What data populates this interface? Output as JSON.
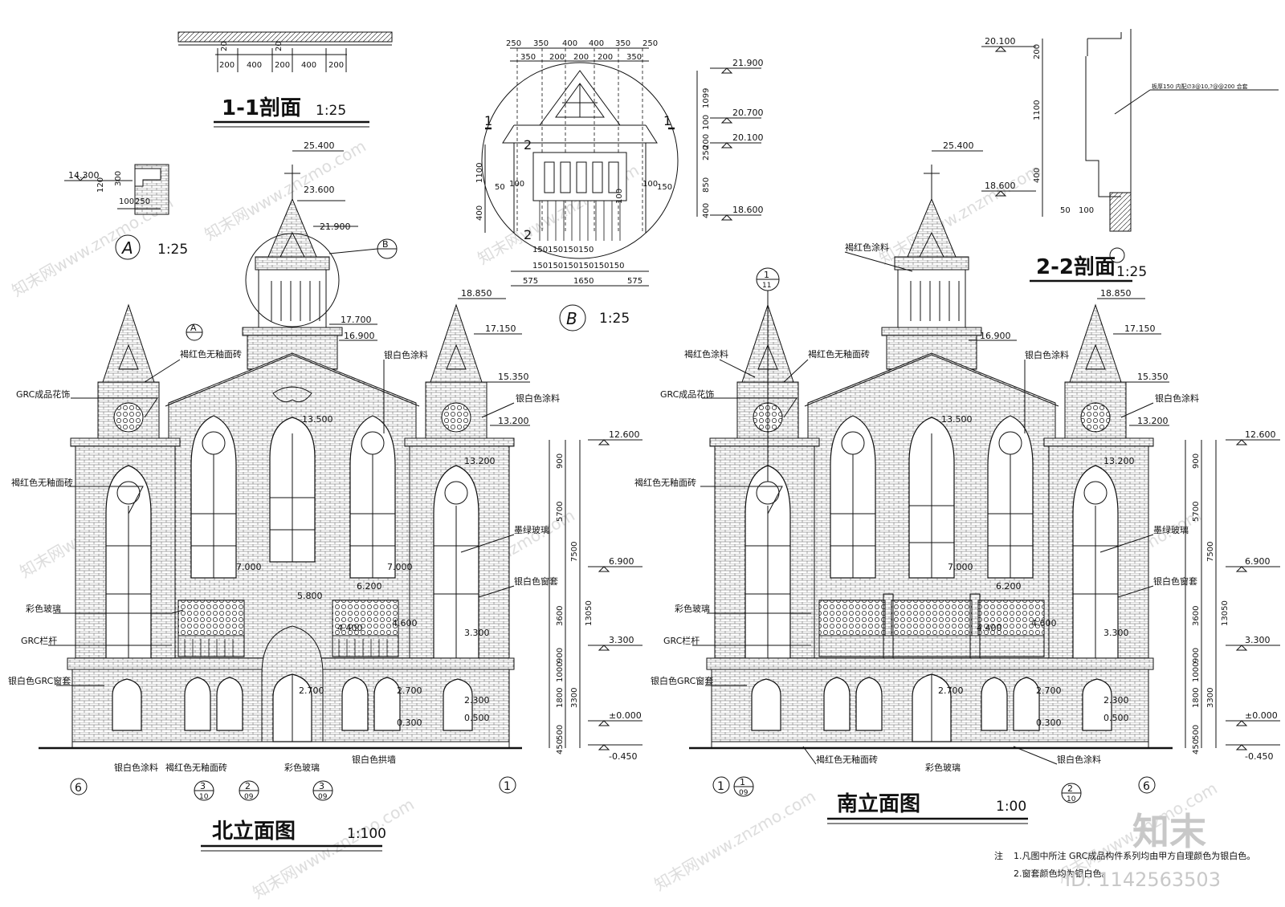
{
  "sheet": {
    "section_1_1": {
      "title": "1-1剖面",
      "scale": "1:25",
      "dims": [
        "200",
        "400",
        "200",
        "400",
        "200"
      ],
      "tiny": [
        "20",
        "20"
      ]
    },
    "detail_a": {
      "symbol": "A",
      "scale": "1:25",
      "elev": "14.300",
      "dims": [
        "300",
        "120",
        "100",
        "250"
      ]
    },
    "detail_b": {
      "symbol": "B",
      "scale": "1:25",
      "top_dims_1": [
        "250",
        "350",
        "400",
        "400",
        "350",
        "250"
      ],
      "top_dims_2": [
        "350",
        "200",
        "200",
        "200",
        "350"
      ],
      "right_dims": [
        "1099",
        "100",
        "200",
        "250",
        "850",
        "400"
      ],
      "left_dims": [
        "1100",
        "400",
        "50",
        "100"
      ],
      "right_small": [
        "100",
        "150",
        "100"
      ],
      "bottom_dims_1": "150150150150",
      "bottom_dims_2": "150150150150150150",
      "bottom_dims_3": [
        "575",
        "1650",
        "575"
      ],
      "elevs": [
        "21.900",
        "20.700",
        "20.100",
        "18.600"
      ],
      "cut_marks": [
        "1",
        "1",
        "2",
        "2"
      ]
    },
    "section_2_2": {
      "title": "2-2剖面",
      "scale": "1:25",
      "elevs": [
        "20.100",
        "18.600"
      ],
      "dims": [
        "200",
        "1100",
        "400",
        "50",
        "100"
      ],
      "callout": "板厚150 内配∅3@10,?@@200 合套"
    },
    "north": {
      "title": "北立面图",
      "scale": "1:100",
      "elevs": [
        "25.400",
        "23.600",
        "21.900",
        "17.700",
        "16.900",
        "18.850",
        "17.150",
        "15.350",
        "13.200",
        "12.600",
        "6.900",
        "3.300",
        "±0.000",
        "-0.450",
        "13.500",
        "13.200",
        "7.000",
        "7.000",
        "6.200",
        "5.800",
        "4.400",
        "4.600",
        "3.300",
        "2.700",
        "2.700",
        "2.300",
        "0.500",
        "0.300"
      ],
      "dims": [
        "900",
        "5700",
        "7500",
        "3600",
        "900",
        "1000",
        "1800",
        "3300",
        "500",
        "450",
        "13050"
      ],
      "labels_left": [
        "褐红色无釉面砖",
        "GRC成品花饰",
        "褐红色无釉面砖",
        "彩色玻璃",
        "GRC栏杆",
        "银白色GRC窗套"
      ],
      "labels_right": [
        "银白色涂料",
        "银白色涂料",
        "墨绿玻璃",
        "银白色窗套"
      ],
      "labels_bottom": [
        "银白色涂料",
        "褐红色无釉面砖",
        "彩色玻璃",
        "银白色拱墙"
      ],
      "axis_left": "6",
      "axis_right": "1",
      "callouts": [
        {
          "top": "A",
          "bottom": ""
        },
        {
          "top": "B",
          "bottom": ""
        },
        {
          "top": "3",
          "bottom": "10"
        },
        {
          "top": "2",
          "bottom": "09"
        },
        {
          "top": "3",
          "bottom": "09"
        }
      ]
    },
    "south": {
      "title": "南立面图",
      "scale": "1:00",
      "elevs": [
        "25.400",
        "18.850",
        "17.150",
        "16.900",
        "15.350",
        "13.200",
        "12.600",
        "6.900",
        "3.300",
        "±0.000",
        "-0.450",
        "13.500",
        "13.200",
        "7.000",
        "6.200",
        "4.400",
        "4.600",
        "3.300",
        "2.700",
        "2.700",
        "2.300",
        "0.500",
        "0.300"
      ],
      "dims": [
        "900",
        "5700",
        "7500",
        "3600",
        "900",
        "1000",
        "1800",
        "3300",
        "500",
        "450",
        "13050"
      ],
      "labels_left": [
        "褐红色涂料",
        "褐红色涂料",
        "褐红色无釉面砖",
        "GRC成品花饰",
        "褐红色无釉面砖",
        "彩色玻璃",
        "GRC栏杆",
        "银白色GRC窗套"
      ],
      "labels_right": [
        "银白色涂料",
        "银白色涂料",
        "墨绿玻璃",
        "银白色窗套"
      ],
      "labels_bottom": [
        "褐红色无釉面砖",
        "彩色玻璃",
        "银白色涂料"
      ],
      "axis_left": "1",
      "axis_right": "6",
      "callouts": [
        {
          "top": "1",
          "bottom": "11"
        },
        {
          "top": "1",
          "bottom": "09"
        },
        {
          "top": "2",
          "bottom": "10"
        }
      ]
    },
    "notes": {
      "prefix": "注",
      "line1": "1.凡图中所注 GRC成品构件系列均由甲方自理颜色为银白色。",
      "line2": "2.窗套颜色均为银白色。"
    },
    "watermark": {
      "text": "知末网www.znzmo.com",
      "logo": "知末",
      "id": "ID: 1142563503"
    }
  }
}
